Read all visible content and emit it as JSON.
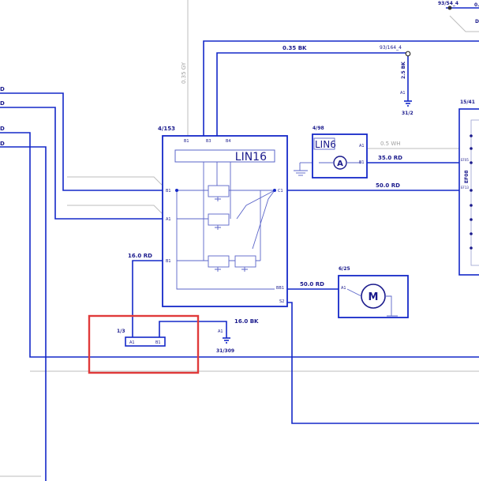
{
  "labels": {
    "top_right_ref": "93/54_4",
    "top_right_partial": "0.",
    "top_right_partial2": "D",
    "wire_035bk": "0.35 BK",
    "ref_93_164": "93/164_4",
    "wire_25bk": "2.5 BK",
    "pin_a1_ground": "A1",
    "ground_31_2": "31/2",
    "grey_vertical": "0.35 GY",
    "connector_15_41": "15/41",
    "left_d1": "D",
    "left_d2": "D",
    "left_d3": "D",
    "left_d4": "D"
  },
  "lin16_module": {
    "ref": "4/153",
    "title": "LIN16",
    "pins_top": [
      "B1",
      "B3",
      "B4"
    ],
    "pins_left": [
      "B1",
      "A1",
      "B1"
    ],
    "pin_c1": "C1",
    "pin_bb1": "BB1",
    "pin_s2": "S2"
  },
  "lin6_module": {
    "ref": "4/98",
    "title": "LIN6",
    "symbol": "A",
    "pin_a1": "A1",
    "pin_b1": "B1",
    "wire_05wh": "0.5 WH",
    "wire_350rd": "35.0 RD"
  },
  "wires": {
    "w_500rd_top": "50.0 RD",
    "w_160rd": "16.0 RD",
    "w_500rd_motor": "50.0 RD",
    "w_160bk": "16.0 BK"
  },
  "motor": {
    "ref": "6/25",
    "symbol": "M",
    "pin": "A1"
  },
  "fuse_block": {
    "ref": "1/3",
    "pin_a1": "A1",
    "pin_b1": "B1",
    "pin_a1_right": "A1",
    "ground_ref": "31/309"
  },
  "connector_pins": {
    "ef08": "EF08",
    "ef05": "EF05",
    "ef13": "EF13"
  }
}
